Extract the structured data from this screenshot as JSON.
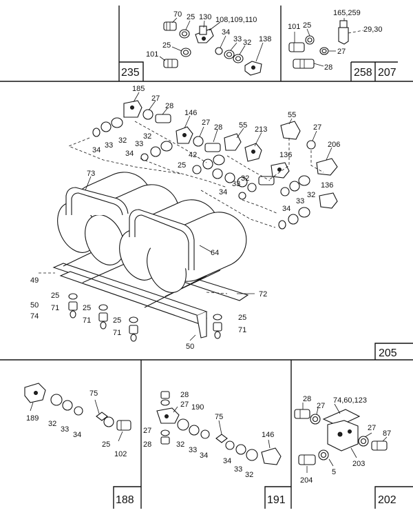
{
  "panels": {
    "top_left": {
      "page_number": "235",
      "labels": {
        "p70": "70",
        "p25a": "25",
        "p130": "130",
        "p108": "108,109,110",
        "p34": "34",
        "p33": "33",
        "p32": "32",
        "p138": "138",
        "p25b": "25",
        "p101": "101"
      }
    },
    "top_right": {
      "page_number_a": "258",
      "page_number_b": "207",
      "labels": {
        "p165": "165,259",
        "p101": "101",
        "p25": "25",
        "p2930": "29,30",
        "p27": "27",
        "p28": "28"
      }
    },
    "main": {
      "page_number": "205",
      "labels": {
        "p185": "185",
        "p27a": "27",
        "p28a": "28",
        "p146": "146",
        "p27b": "27",
        "p28b": "28",
        "p55a": "55",
        "p213": "213",
        "p55b": "55",
        "p27c": "27",
        "p206": "206",
        "p34a": "34",
        "p33a": "33",
        "p32a": "32",
        "p32b": "32",
        "p33b": "33",
        "p34b": "34",
        "p42": "42",
        "p25a": "25",
        "p136a": "136",
        "p136b": "136",
        "p73": "73",
        "p34c": "34",
        "p33c": "33",
        "p32c": "32",
        "p34d": "34",
        "p33d": "33",
        "p32d": "32",
        "p64": "64",
        "p72": "72",
        "p49": "49",
        "p50a": "50",
        "p74": "74",
        "p25b": "25",
        "p71a": "71",
        "p25c": "25",
        "p71b": "71",
        "p25d": "25",
        "p71c": "71",
        "p25e": "25",
        "p71d": "71",
        "p50b": "50"
      }
    },
    "bottom_left": {
      "page_number": "188",
      "labels": {
        "p189": "189",
        "p32": "32",
        "p33": "33",
        "p34": "34",
        "p75": "75",
        "p25": "25",
        "p102": "102"
      }
    },
    "bottom_mid": {
      "page_number": "191",
      "labels": {
        "p28a": "28",
        "p27a": "27",
        "p190": "190",
        "p27b": "27",
        "p28b": "28",
        "p32a": "32",
        "p33a": "33",
        "p34a": "34",
        "p75": "75",
        "p34b": "34",
        "p33b": "33",
        "p32b": "32",
        "p146": "146"
      }
    },
    "bottom_right": {
      "page_number": "202",
      "labels": {
        "p28": "28",
        "p74": "74,60,123",
        "p27a": "27",
        "p27b": "27",
        "p87": "87",
        "p203": "203",
        "p5": "5",
        "p204": "204"
      }
    }
  }
}
